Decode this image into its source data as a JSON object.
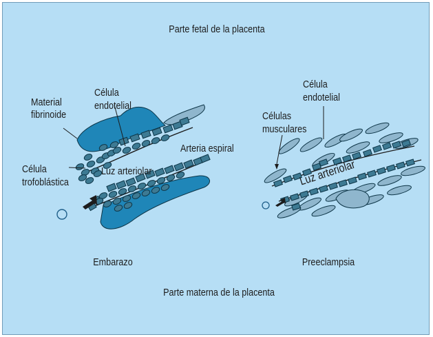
{
  "colors": {
    "background": "#b6def5",
    "fibrinoid": "#1f86b8",
    "cell_fill": "#3d7a93",
    "cell_stroke": "#0d3547",
    "muscle": "#8fb6cd",
    "line": "#1c1c1c"
  },
  "labels": {
    "top": "Parte fetal de la placenta",
    "bottom": "Parte materna de la placenta",
    "embarazo": "Embarazo",
    "preeclampsia": "Preeclampsia",
    "material": "Material",
    "fibrinoide": "fibrinoide",
    "celula_left_1": "Célula",
    "celula_left_2": "endotelial",
    "arteria_espiral": "Arteria espiral",
    "troph_1": "Célula",
    "troph_2": "trofoblástica",
    "luz_left": "Luz arteriolar",
    "celula_right_1": "Célula",
    "celula_right_2": "endotelial",
    "musc_1": "Células",
    "musc_2": "musculares",
    "luz_right": "Luz arteriolar"
  }
}
